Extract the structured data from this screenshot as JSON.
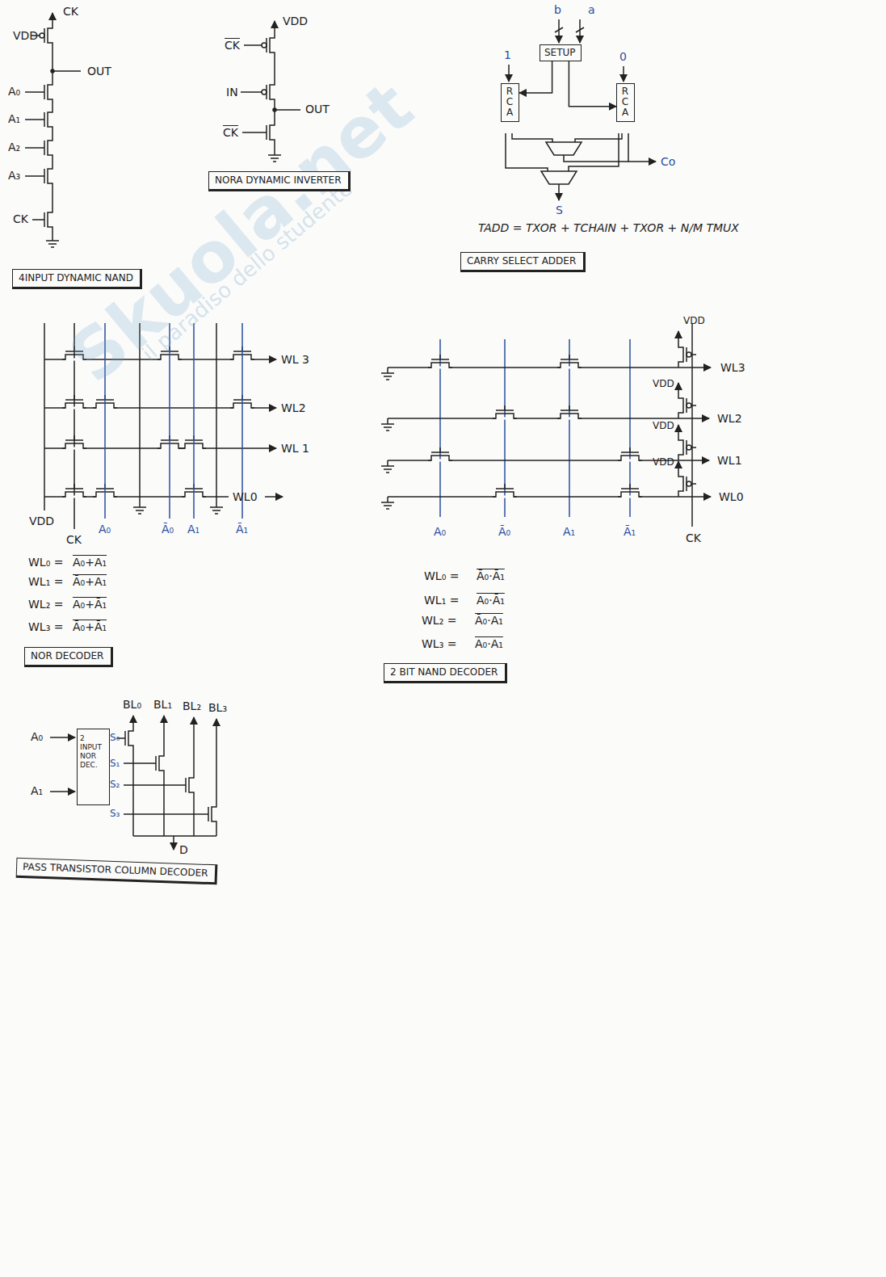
{
  "diagram": {
    "nodes": [
      {
        "text": [
          "4INPUT DYNAMIC NAND"
        ]
      },
      {
        "text": [
          "NORA DYNAMIC INVERTER"
        ]
      },
      {
        "text": [
          "SETUP"
        ]
      },
      {
        "text": [
          "RCA"
        ]
      },
      {
        "text": [
          "RCA"
        ]
      },
      {
        "text": [
          "CARRY SELECT ADDER"
        ]
      },
      {
        "text": [
          "NOR DECODER"
        ]
      },
      {
        "text": [
          "2 BIT NAND DECODER"
        ]
      },
      {
        "text": [
          "2 INPUT NOR DEC."
        ]
      },
      {
        "text": [
          "PASS TRANSISTOR COLUMN DECODER"
        ]
      }
    ],
    "edges": [
      {
        "from": 2,
        "to": 3,
        "arrow": "to"
      },
      {
        "from": 2,
        "to": 4,
        "arrow": "to"
      }
    ],
    "labels": [
      "VDD",
      "CK",
      "OUT",
      "A₀",
      "A₁",
      "A₂",
      "A₃",
      "CK",
      "VDD",
      "CK",
      "IN",
      "OUT",
      "CK",
      "b",
      "a",
      "1",
      "0",
      "Co",
      "S",
      "TADD = TXOR + TCHAIN + TXOR + N/M TMUX",
      "WL 3",
      "WL2",
      "WL 1",
      "WL0",
      "VDD",
      "CK",
      "A₀",
      "Ā₀",
      "A₁",
      "Ā₁",
      "WL₀ =",
      "A₀+A₁",
      "WL₁ =",
      "Ā₀+A₁",
      "WL₂ =",
      "A₀+Ā₁",
      "WL₃ =",
      "Ā₀+Ā₁",
      "VDD",
      "VDD",
      "VDD",
      "VDD",
      "WL3",
      "WL2",
      "WL1",
      "WL0",
      "A₀",
      "Ā₀",
      "A₁",
      "Ā₁",
      "CK",
      "WL₀ =",
      "Ā₀·Ā₁",
      "WL₁ =",
      "A₀·Ā₁",
      "WL₂ =",
      "Ā₀·A₁",
      "WL₃ =",
      "A₀·A₁",
      "A₀",
      "A₁",
      "S₀",
      "S₁",
      "S₂",
      "S₃",
      "BL₀",
      "BL₁",
      "BL₂",
      "BL₃",
      "D",
      "Skuola.net",
      "il paradiso dello studente"
    ]
  }
}
